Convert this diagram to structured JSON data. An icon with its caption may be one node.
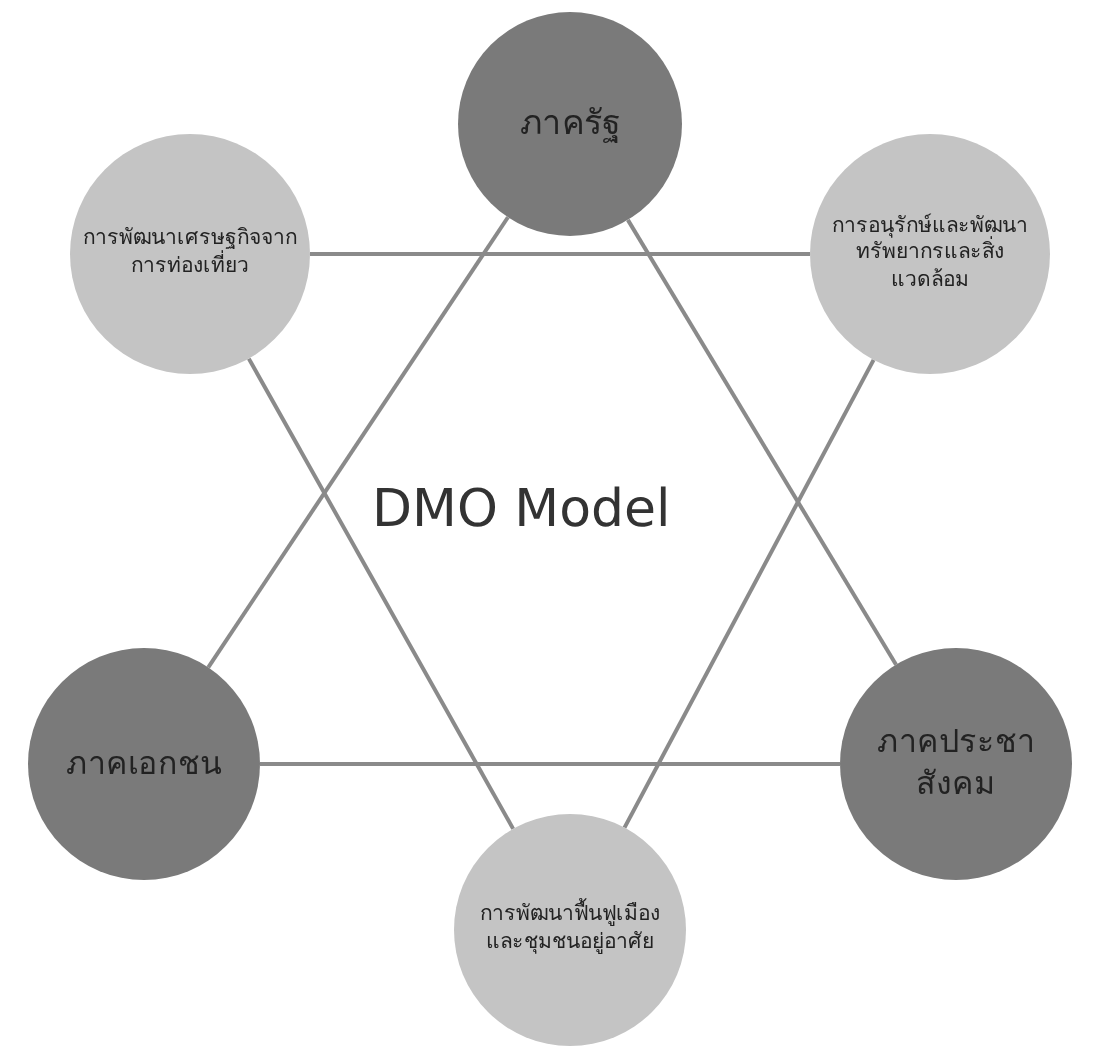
{
  "diagram": {
    "title": "DMO Model",
    "nodes": [
      {
        "text": [
          "ภาครัฐ"
        ]
      },
      {
        "text": [
          "การพัฒนาเศรษฐกิจจากการท่องเที่ยว"
        ]
      },
      {
        "text": [
          "การอนุรักษ์และพัฒนาทรัพยากรและสิ่งแวดล้อม"
        ]
      },
      {
        "text": [
          "ภาคเอกชน"
        ]
      },
      {
        "text": [
          "ภาคประชาสังคม"
        ]
      },
      {
        "text": [
          "การพัฒนาฟื้นฟูเมืองและชุมชนอยู่อาศัย"
        ]
      }
    ],
    "edges": [
      {
        "from": 0,
        "to": 3,
        "arrow": "none"
      },
      {
        "from": 0,
        "to": 4,
        "arrow": "none"
      },
      {
        "from": 3,
        "to": 4,
        "arrow": "none"
      },
      {
        "from": 1,
        "to": 2,
        "arrow": "none"
      },
      {
        "from": 1,
        "to": 5,
        "arrow": "none"
      },
      {
        "from": 2,
        "to": 5,
        "arrow": "none"
      }
    ]
  }
}
